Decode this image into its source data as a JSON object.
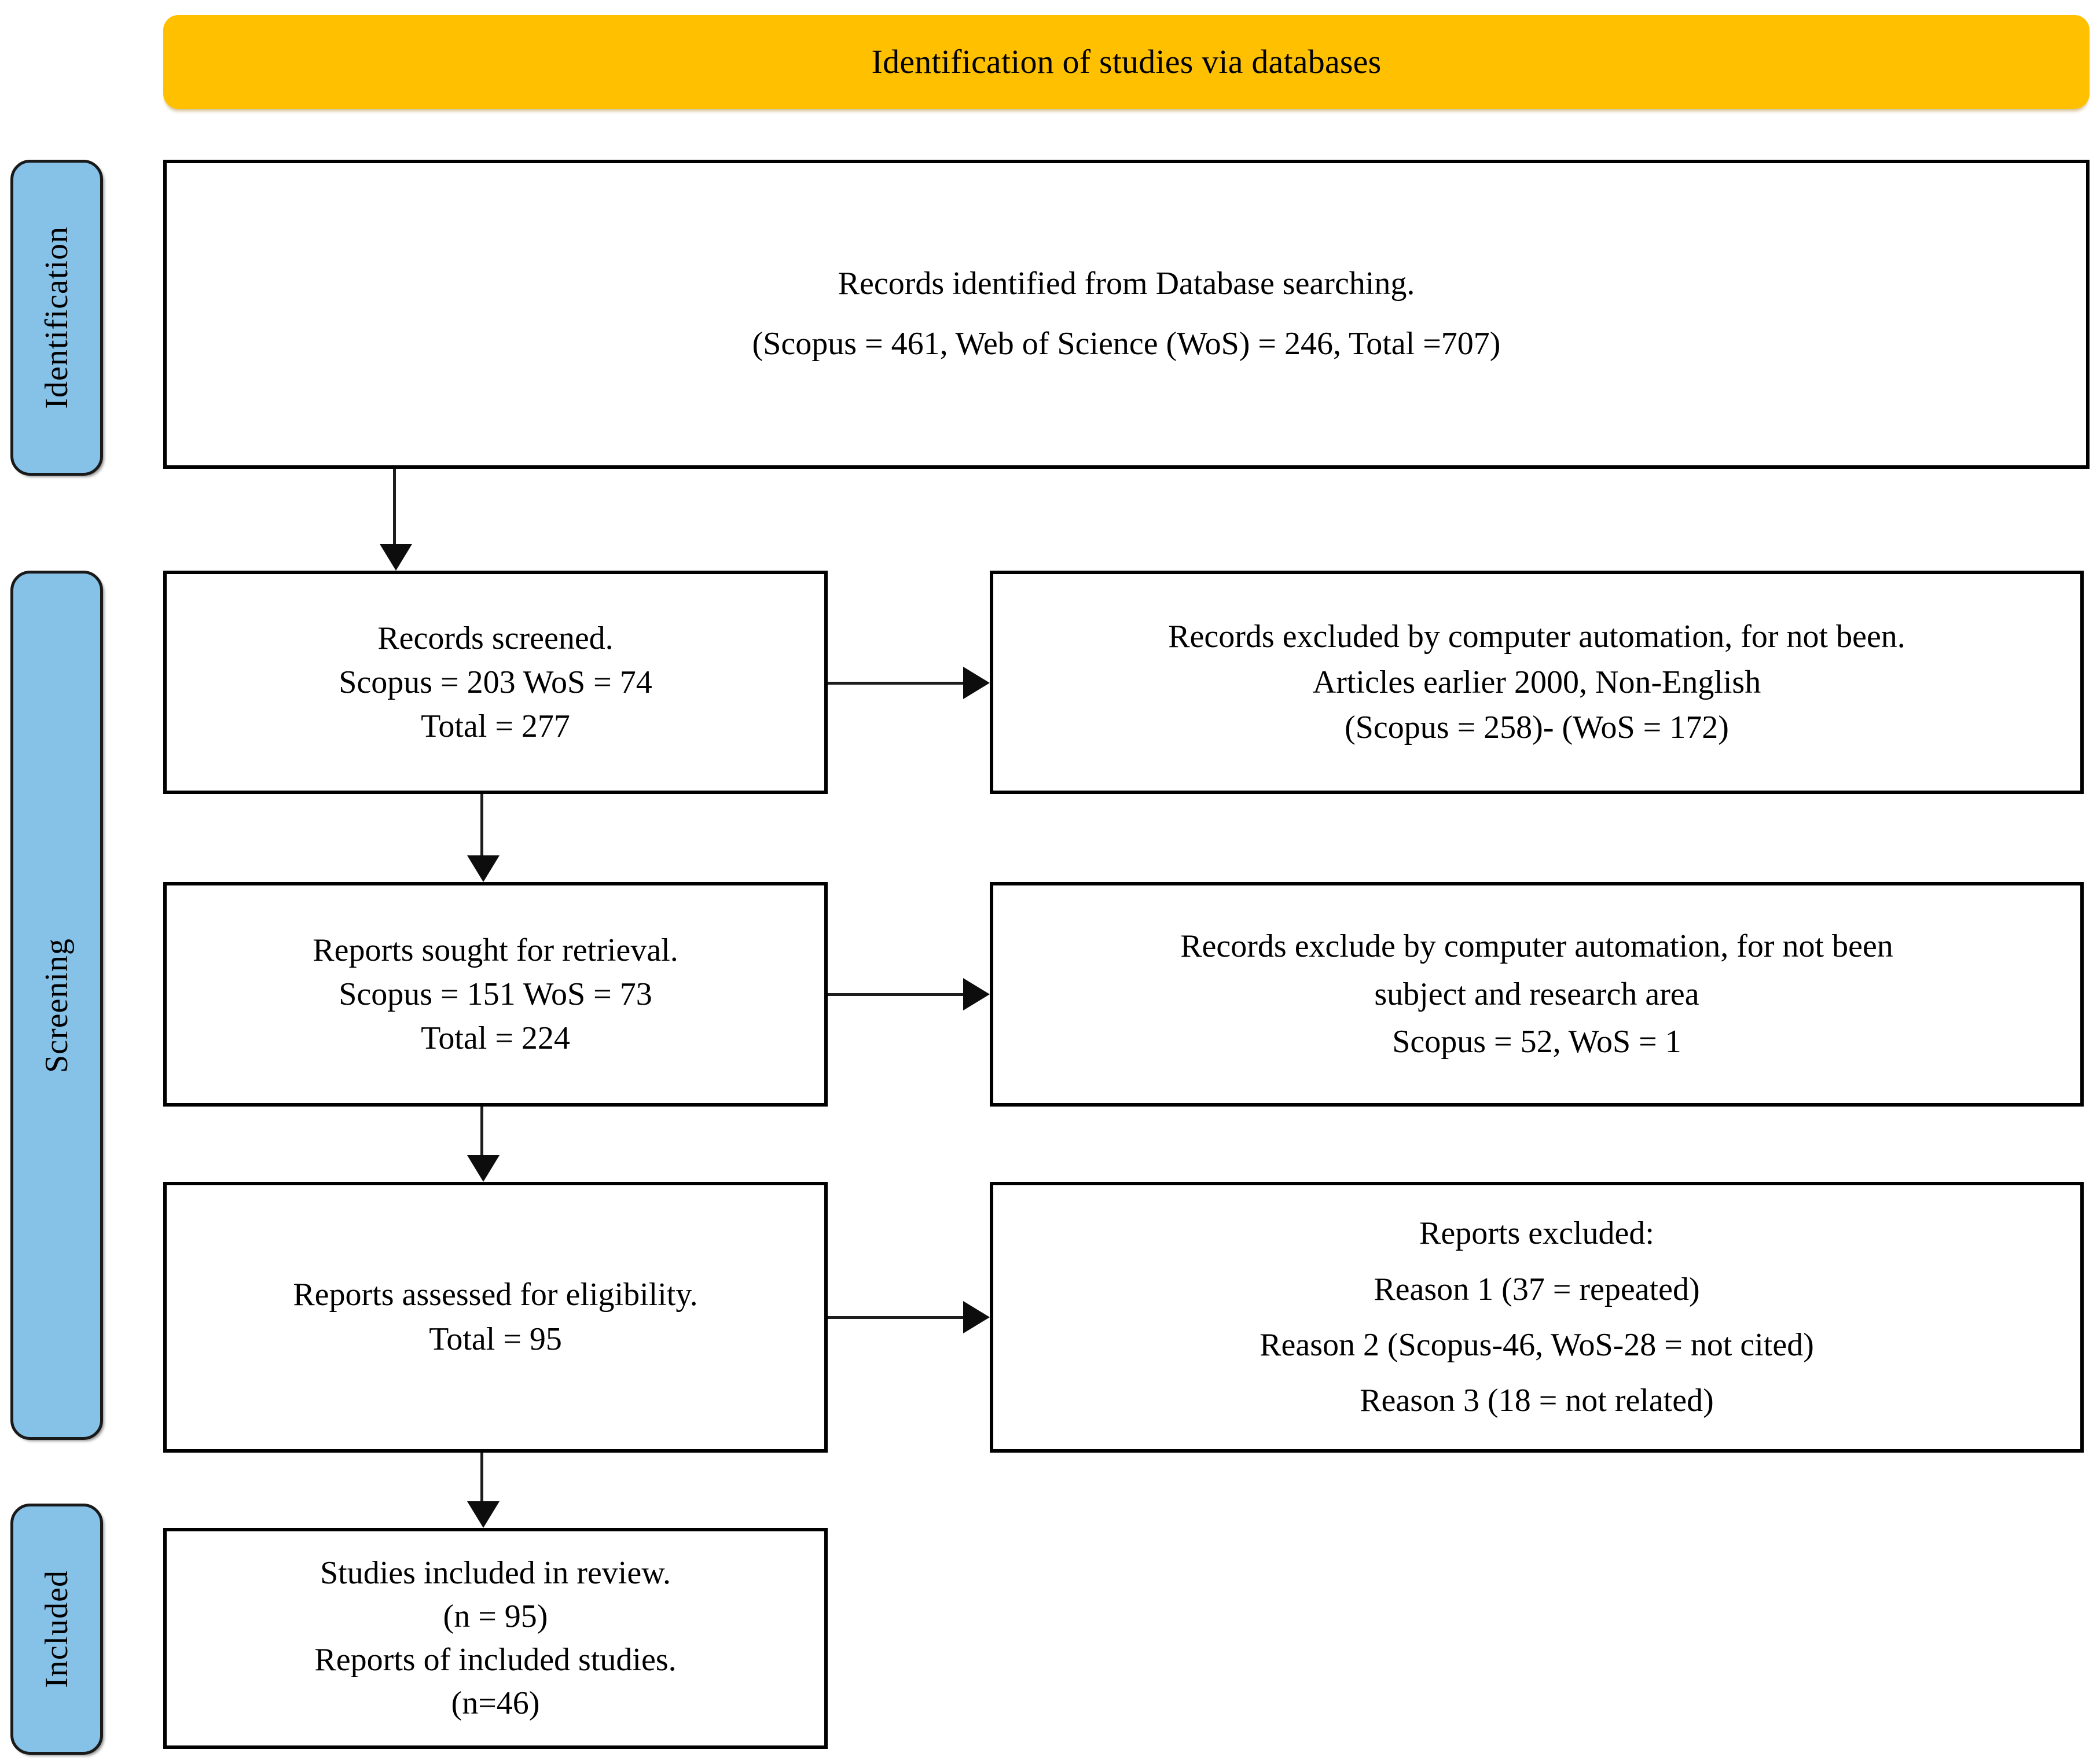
{
  "diagram": {
    "type": "PRISMA flow diagram",
    "banner": {
      "title": "Identification of studies via databases",
      "color": "#FFC000"
    },
    "stage_bars": {
      "color": "#86C1E8",
      "items": [
        {
          "id": "identification",
          "label": "Identification"
        },
        {
          "id": "screening",
          "label": "Screening"
        },
        {
          "id": "included",
          "label": "Included"
        }
      ]
    },
    "boxes": {
      "identified": {
        "lines": [
          "Records identified from Database searching.",
          "(Scopus = 461, Web of Science (WoS) = 246, Total =707)"
        ]
      },
      "screened": {
        "lines": [
          "Records screened.",
          "Scopus = 203 WoS = 74",
          "Total = 277"
        ]
      },
      "excluded_1": {
        "lines": [
          "Records excluded by computer automation, for not been.",
          "Articles earlier 2000, Non-English",
          "(Scopus = 258)- (WoS = 172)"
        ]
      },
      "sought": {
        "lines": [
          "Reports sought for retrieval.",
          "Scopus = 151 WoS = 73",
          "Total = 224"
        ]
      },
      "excluded_2": {
        "lines": [
          "Records exclude by computer automation, for not been",
          "subject and research area",
          "Scopus = 52, WoS = 1"
        ]
      },
      "eligible": {
        "lines": [
          "Reports assessed for eligibility.",
          "Total = 95"
        ]
      },
      "excluded_3": {
        "lines": [
          "Reports excluded:",
          "Reason 1 (37 = repeated)",
          "Reason 2 (Scopus-46, WoS-28 = not cited)",
          "Reason 3 (18 = not related)"
        ]
      },
      "included": {
        "lines": [
          "Studies included in review.",
          "(n = 95)",
          "Reports of included studies.",
          "(n=46)"
        ]
      }
    }
  }
}
